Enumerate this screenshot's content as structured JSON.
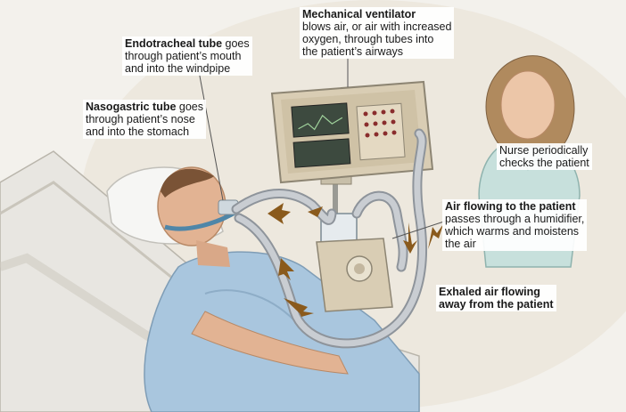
{
  "labels": {
    "ventilator": {
      "title": "Mechanical ventilator",
      "lines": [
        "blows air, or air with increased",
        "oxygen, through tubes into",
        "the patient’s airways"
      ]
    },
    "endotracheal": {
      "title": "Endotracheal tube",
      "title_tail": " goes",
      "lines": [
        "through patient’s mouth",
        "and into the windpipe"
      ]
    },
    "nasogastric": {
      "title": "Nasogastric tube",
      "title_tail": " goes",
      "lines": [
        "through patient’s nose",
        "and into the stomach"
      ]
    },
    "nurse": {
      "lines": [
        "Nurse periodically",
        "checks the patient"
      ]
    },
    "airflow": {
      "title": "Air flowing to the patient",
      "lines": [
        "passes through a humidifier,",
        "which warms and moistens",
        "the air"
      ]
    },
    "exhaled": {
      "lines": [
        "Exhaled air flowing",
        "away from the patient"
      ]
    }
  },
  "colors": {
    "background": "#f3f1ec",
    "machine": "#d9cdb4",
    "screen": "#3d4a3f",
    "gown": "#a9c6de",
    "skin": "#e2b393",
    "tubing": "#b8bcc2",
    "arrow": "#8a5a1c",
    "nurse_scrubs": "#c7e0dc"
  }
}
